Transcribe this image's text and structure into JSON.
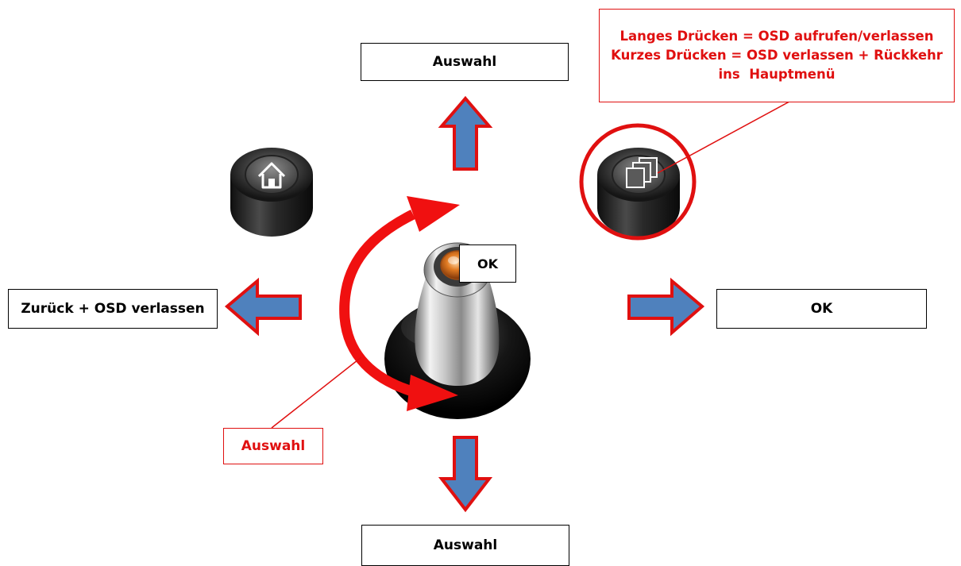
{
  "labels": {
    "top": "Auswahl",
    "bottom": "Auswahl",
    "left": "Zurück + OSD verlassen",
    "right": "OK",
    "center": "OK",
    "rotate": "Auswahl"
  },
  "osd_note": {
    "line1": "Langes Drücken = OSD aufrufen/verlassen",
    "line2": "Kurzes Drücken = OSD verlassen + Rückkehr",
    "line3": "ins  Hauptmenü"
  },
  "colors": {
    "arrow_fill": "#4f81bd",
    "arrow_outline": "#e01010",
    "accent_red": "#e01010"
  },
  "icons": {
    "home_button": "home-icon",
    "menu_button": "layers-icon",
    "knob": "rotary-knob"
  }
}
